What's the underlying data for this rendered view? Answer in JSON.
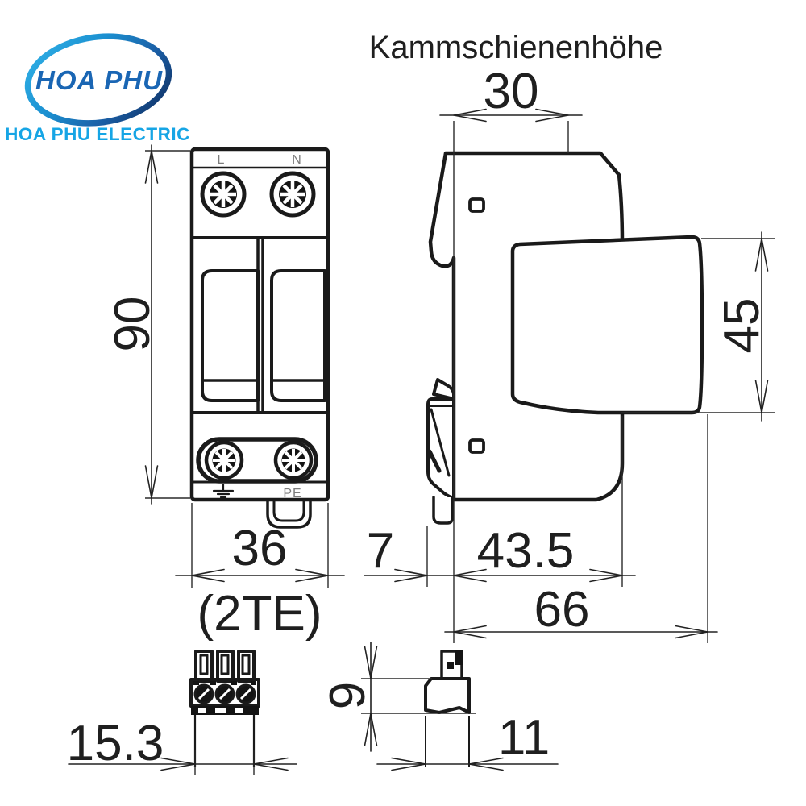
{
  "logo": {
    "name": "HOA PHU",
    "subtitle": "HOA PHU ELECTRIC",
    "colors": {
      "ring_light": "#2fb0e6",
      "ring_mid": "#1b75bb",
      "ring_dark": "#123c74",
      "name_blue": "#1a66b4",
      "subtitle_blue": "#16a5e5"
    }
  },
  "drawing": {
    "title": "Kammschienenhöhe",
    "front_view": {
      "terminal_left_label": "L",
      "terminal_right_label": "N",
      "pe_label": "PE",
      "width_mm": "36",
      "width_units_note": "(2TE)",
      "height_mm": "90"
    },
    "side_view": {
      "top_width_mm": "30",
      "module_height_mm": "45",
      "rail_clip_depth_mm": "7",
      "module_depth_mm": "43.5",
      "total_depth_mm": "66"
    },
    "bottom_views": {
      "connector_width_mm": "15.3",
      "plug_height_mm": "9",
      "plug_width_mm": "11"
    }
  }
}
